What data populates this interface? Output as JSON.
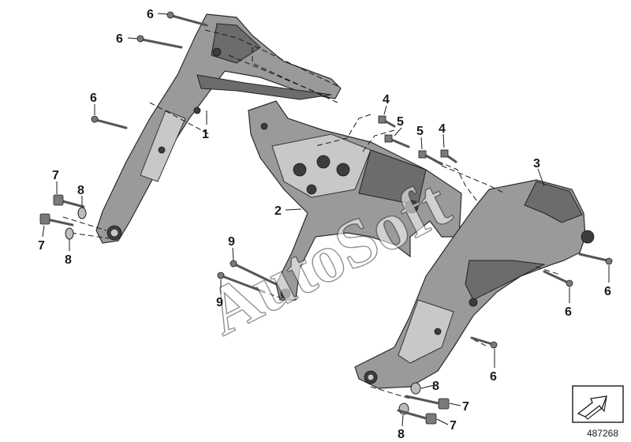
{
  "diagram": {
    "callouts": {
      "c1": "6",
      "c2": "6",
      "c3": "6",
      "c4": "1",
      "c5": "4",
      "c6": "5",
      "c7": "5",
      "c8": "4",
      "c9": "3",
      "c10": "2",
      "c11": "7",
      "c12": "8",
      "c13": "7",
      "c14": "8",
      "c15": "9",
      "c16": "9",
      "c17": "6",
      "c18": "6",
      "c19": "6",
      "c20": "8",
      "c21": "7",
      "c22": "7",
      "c23": "8"
    },
    "watermark": "AutoSoft",
    "reference_number": "487268",
    "navigation_icon": "arrow-icon"
  }
}
